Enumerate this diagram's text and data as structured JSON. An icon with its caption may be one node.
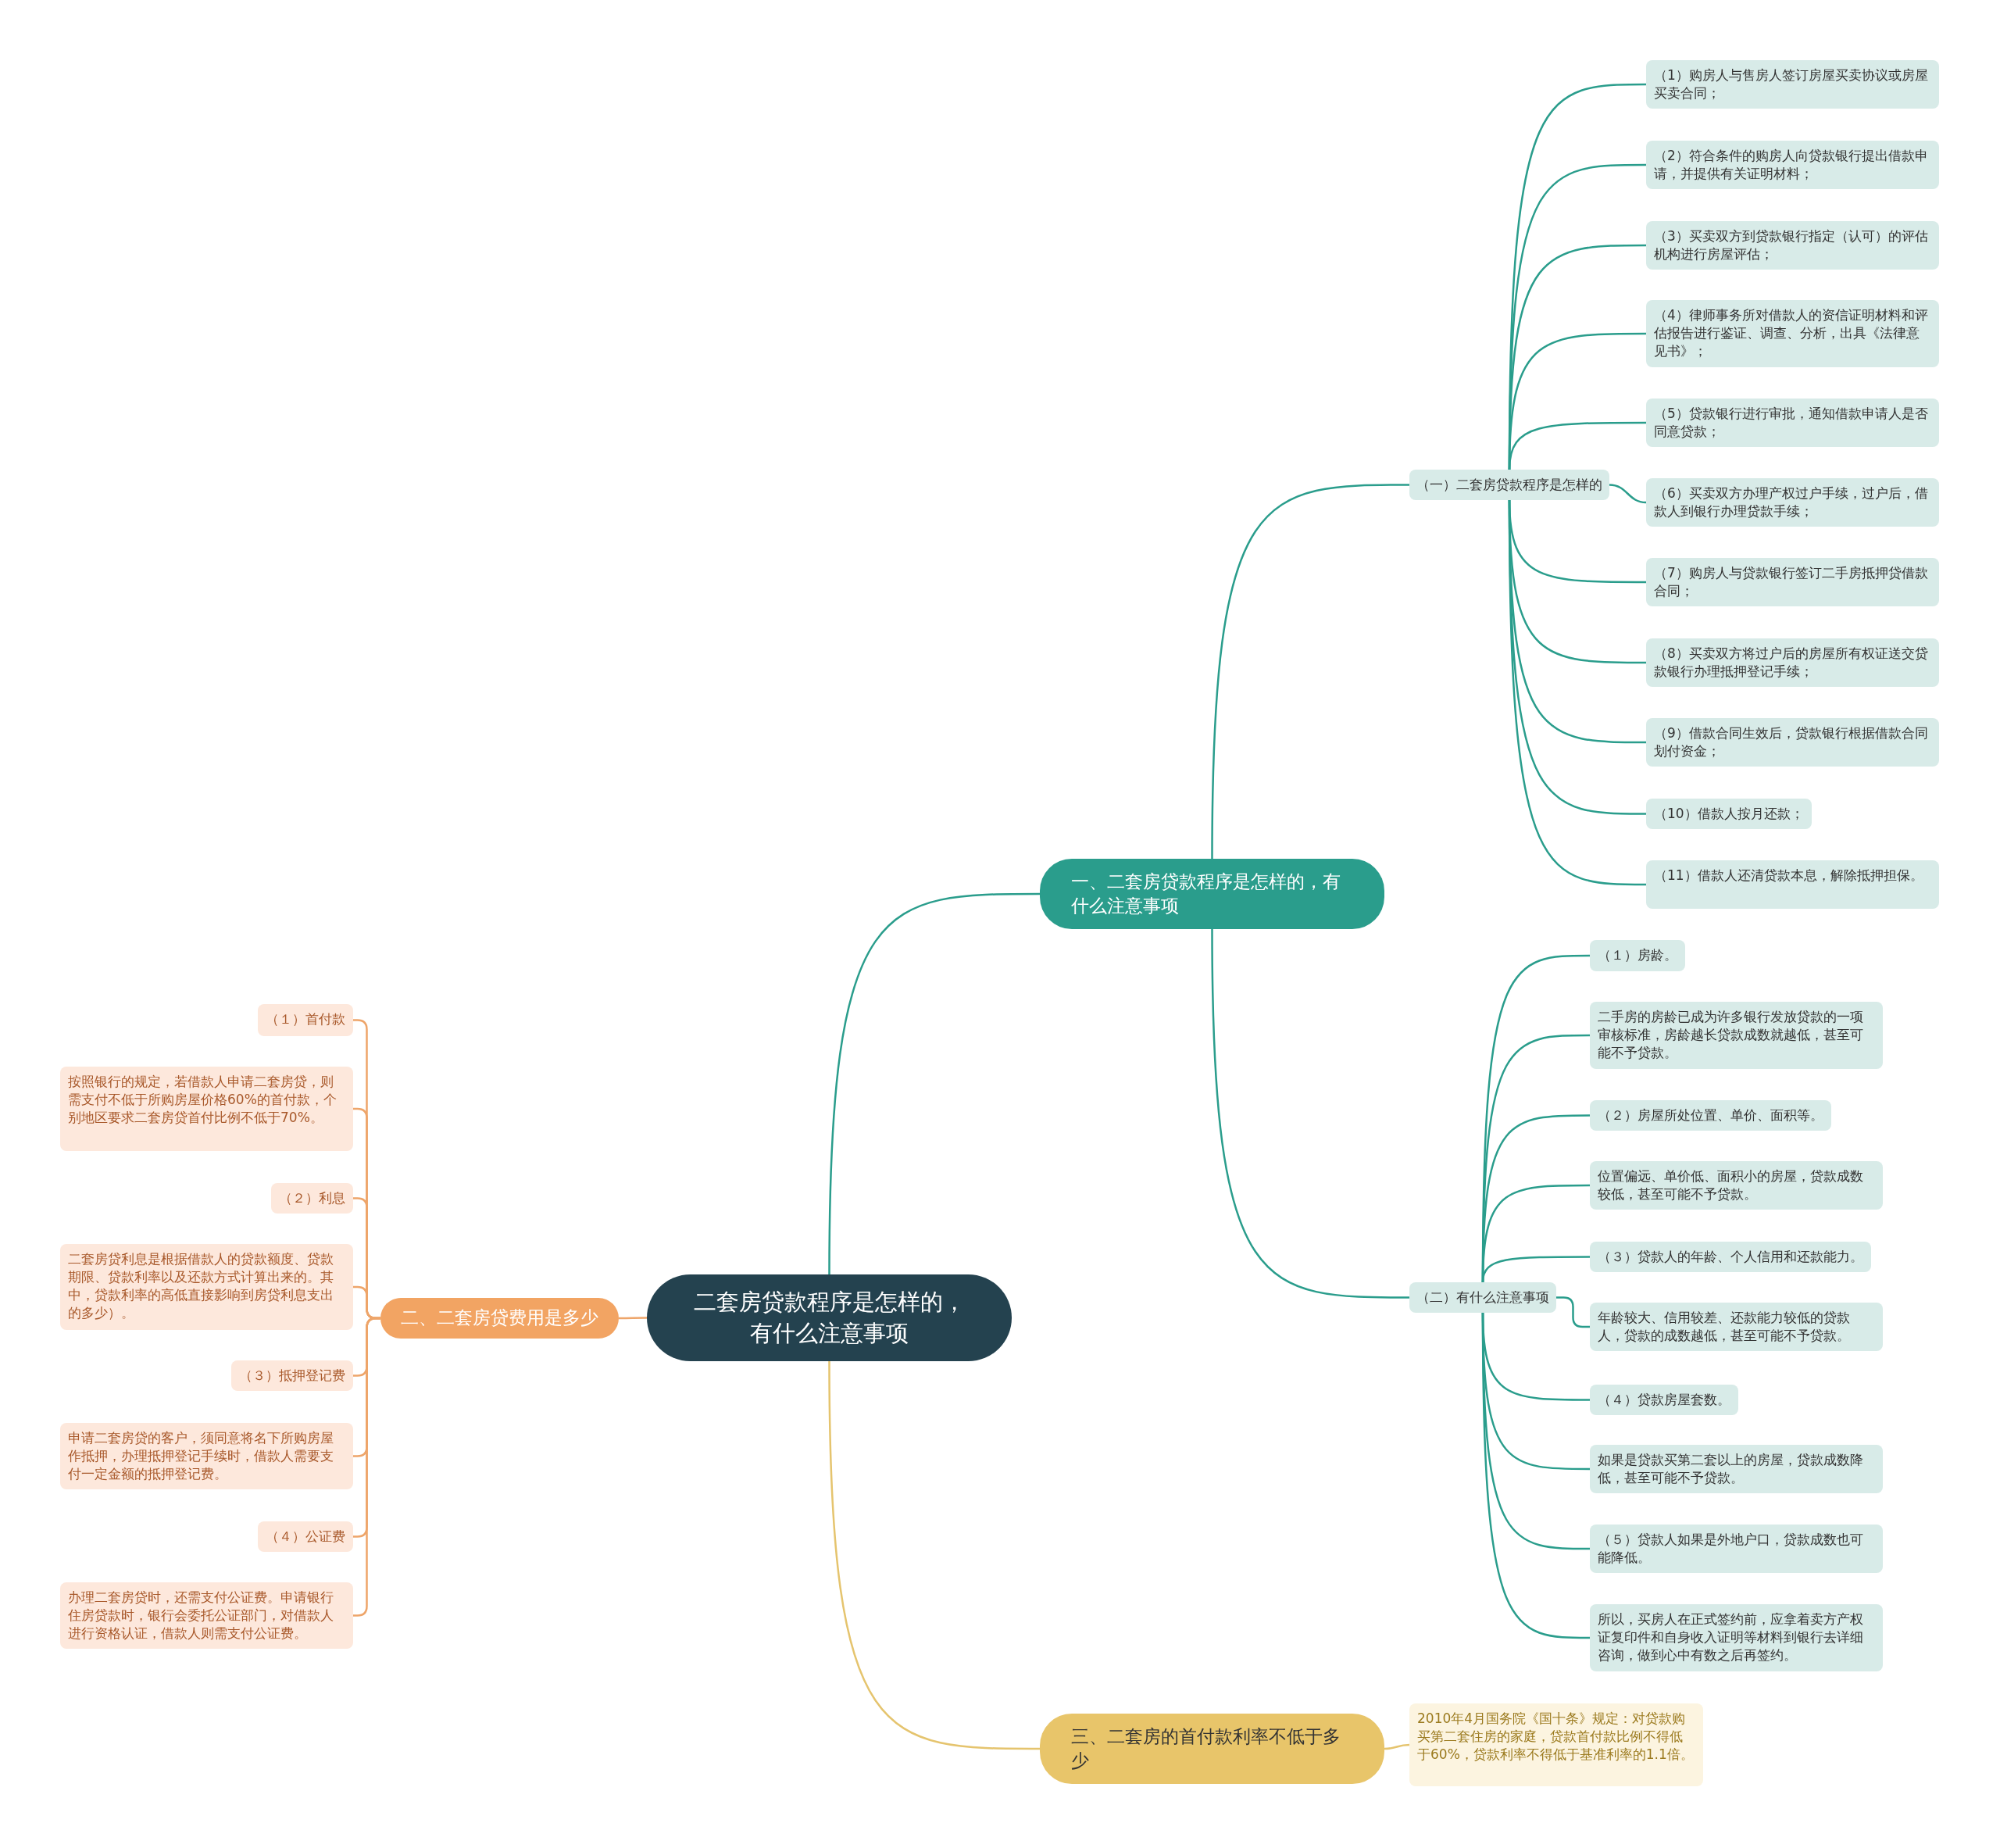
{
  "diagram": {
    "nodes": [
      {
        "text": [
          "二套房贷款程序是怎样的，有什么注意事项"
        ]
      },
      {
        "text": [
          "一、二套房贷款程序是怎样的，有什么注意事项"
        ]
      },
      {
        "text": [
          "（一）二套房贷款程序是怎样的"
        ]
      },
      {
        "text": [
          "（1）购房人与售房人签订房屋买卖协议或房屋买卖合同；"
        ]
      },
      {
        "text": [
          "（2）符合条件的购房人向贷款银行提出借款申请，并提供有关证明材料；"
        ]
      },
      {
        "text": [
          "（3）买卖双方到贷款银行指定（认可）的评估机构进行房屋评估；"
        ]
      },
      {
        "text": [
          "（4）律师事务所对借款人的资信证明材料和评估报告进行鉴证、调查、分析，出具《法律意见书》；"
        ]
      },
      {
        "text": [
          "（5）贷款银行进行审批，通知借款申请人是否同意贷款；"
        ]
      },
      {
        "text": [
          "（6）买卖双方办理产权过户手续，过户后，借款人到银行办理贷款手续；"
        ]
      },
      {
        "text": [
          "（7）购房人与贷款银行签订二手房抵押贷借款合同；"
        ]
      },
      {
        "text": [
          "（8）买卖双方将过户后的房屋所有权证送交贷款银行办理抵押登记手续；"
        ]
      },
      {
        "text": [
          "（9）借款合同生效后，贷款银行根据借款合同划付资金；"
        ]
      },
      {
        "text": [
          "（10）借款人按月还款；"
        ]
      },
      {
        "text": [
          "（11）借款人还清贷款本息，解除抵押担保。"
        ]
      },
      {
        "text": [
          "（二）有什么注意事项"
        ]
      },
      {
        "text": [
          "（１）房龄。"
        ]
      },
      {
        "text": [
          "二手房的房龄已成为许多银行发放贷款的一项审核标准，房龄越长贷款成数就越低，甚至可能不予贷款。"
        ]
      },
      {
        "text": [
          "（２）房屋所处位置、单价、面积等。"
        ]
      },
      {
        "text": [
          "位置偏远、单价低、面积小的房屋，贷款成数较低，甚至可能不予贷款。"
        ]
      },
      {
        "text": [
          "（３）贷款人的年龄、个人信用和还款能力。"
        ]
      },
      {
        "text": [
          "年龄较大、信用较差、还款能力较低的贷款人，贷款的成数越低，甚至可能不予贷款。"
        ]
      },
      {
        "text": [
          "（４）贷款房屋套数。"
        ]
      },
      {
        "text": [
          "如果是贷款买第二套以上的房屋，贷款成数降低，甚至可能不予贷款。"
        ]
      },
      {
        "text": [
          "（５）贷款人如果是外地户口，贷款成数也可能降低。"
        ]
      },
      {
        "text": [
          "所以，买房人在正式签约前，应拿着卖方产权证复印件和自身收入证明等材料到银行去详细咨询，做到心中有数之后再签约。"
        ]
      },
      {
        "text": [
          "二、二套房贷费用是多少"
        ]
      },
      {
        "text": [
          "（１）首付款"
        ]
      },
      {
        "text": [
          "按照银行的规定，若借款人申请二套房贷，则需支付不低于所购房屋价格60%的首付款，个别地区要求二套房贷首付比例不低于70%。"
        ]
      },
      {
        "text": [
          "（２）利息"
        ]
      },
      {
        "text": [
          "二套房贷利息是根据借款人的贷款额度、贷款期限、贷款利率以及还款方式计算出来的。其中，贷款利率的高低直接影响到房贷利息支出的多少）。"
        ]
      },
      {
        "text": [
          "（３）抵押登记费"
        ]
      },
      {
        "text": [
          "申请二套房贷的客户，须同意将名下所购房屋作抵押，办理抵押登记手续时，借款人需要支付一定金额的抵押登记费。"
        ]
      },
      {
        "text": [
          "（４）公证费"
        ]
      },
      {
        "text": [
          "办理二套房贷时，还需支付公证费。申请银行住房贷款时，银行会委托公证部门，对借款人进行资格认证，借款人则需支付公证费。"
        ]
      },
      {
        "text": [
          "三、二套房的首付款利率不低于多少"
        ]
      },
      {
        "text": [
          "2010年4月国务院《国十条》规定：对贷款购买第二套住房的家庭，贷款首付款比例不得低于60%，贷款利率不得低于基准利率的1.1倍。"
        ]
      }
    ],
    "edges": [
      {
        "from": 0,
        "to": 1,
        "arrow": "none"
      },
      {
        "from": 1,
        "to": 2,
        "arrow": "none"
      },
      {
        "from": 2,
        "to": 3,
        "arrow": "none"
      },
      {
        "from": 2,
        "to": 4,
        "arrow": "none"
      },
      {
        "from": 2,
        "to": 5,
        "arrow": "none"
      },
      {
        "from": 2,
        "to": 6,
        "arrow": "none"
      },
      {
        "from": 2,
        "to": 7,
        "arrow": "none"
      },
      {
        "from": 2,
        "to": 8,
        "arrow": "none"
      },
      {
        "from": 2,
        "to": 9,
        "arrow": "none"
      },
      {
        "from": 2,
        "to": 10,
        "arrow": "none"
      },
      {
        "from": 2,
        "to": 11,
        "arrow": "none"
      },
      {
        "from": 2,
        "to": 12,
        "arrow": "none"
      },
      {
        "from": 2,
        "to": 13,
        "arrow": "none"
      },
      {
        "from": 1,
        "to": 14,
        "arrow": "none"
      },
      {
        "from": 14,
        "to": 15,
        "arrow": "none"
      },
      {
        "from": 14,
        "to": 16,
        "arrow": "none"
      },
      {
        "from": 14,
        "to": 17,
        "arrow": "none"
      },
      {
        "from": 14,
        "to": 18,
        "arrow": "none"
      },
      {
        "from": 14,
        "to": 19,
        "arrow": "none"
      },
      {
        "from": 14,
        "to": 20,
        "arrow": "none"
      },
      {
        "from": 14,
        "to": 21,
        "arrow": "none"
      },
      {
        "from": 14,
        "to": 22,
        "arrow": "none"
      },
      {
        "from": 14,
        "to": 23,
        "arrow": "none"
      },
      {
        "from": 14,
        "to": 24,
        "arrow": "none"
      },
      {
        "from": 0,
        "to": 25,
        "arrow": "none",
        "color": "#eea56a"
      },
      {
        "from": 25,
        "to": 26,
        "arrow": "none",
        "color": "#eea56a"
      },
      {
        "from": 25,
        "to": 27,
        "arrow": "none",
        "color": "#eea56a"
      },
      {
        "from": 25,
        "to": 28,
        "arrow": "none",
        "color": "#eea56a"
      },
      {
        "from": 25,
        "to": 29,
        "arrow": "none",
        "color": "#eea56a"
      },
      {
        "from": 25,
        "to": 30,
        "arrow": "none",
        "color": "#eea56a"
      },
      {
        "from": 25,
        "to": 31,
        "arrow": "none",
        "color": "#eea56a"
      },
      {
        "from": 25,
        "to": 32,
        "arrow": "none",
        "color": "#eea56a"
      },
      {
        "from": 25,
        "to": 33,
        "arrow": "none",
        "color": "#eea56a"
      },
      {
        "from": 0,
        "to": 34,
        "arrow": "none",
        "color": "#e5c46e"
      },
      {
        "from": 34,
        "to": 35,
        "arrow": "none",
        "color": "#e5c46e"
      }
    ]
  }
}
